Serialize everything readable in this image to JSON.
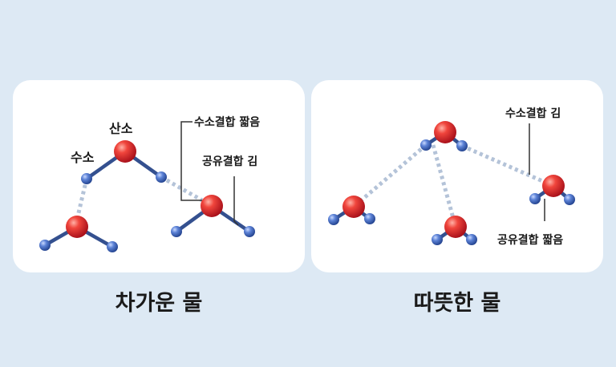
{
  "cold": {
    "caption": "차가운 물",
    "labels": {
      "oxygen": "산소",
      "hydrogen": "수소",
      "h_bond_short": "수소결합 짧음",
      "covalent_long": "공유결합 김"
    }
  },
  "hot": {
    "caption": "따뜻한 물",
    "labels": {
      "h_bond_long": "수소결합 김",
      "covalent_short": "공유결합 짧음"
    }
  },
  "colors": {
    "background": "#dde9f4",
    "panel": "#ffffff",
    "oxygen": "#e0262b",
    "hydrogen": "#4a6fc6",
    "bond": "#34508f",
    "h_bond": "#b4c3d8",
    "leader": "#333333"
  }
}
